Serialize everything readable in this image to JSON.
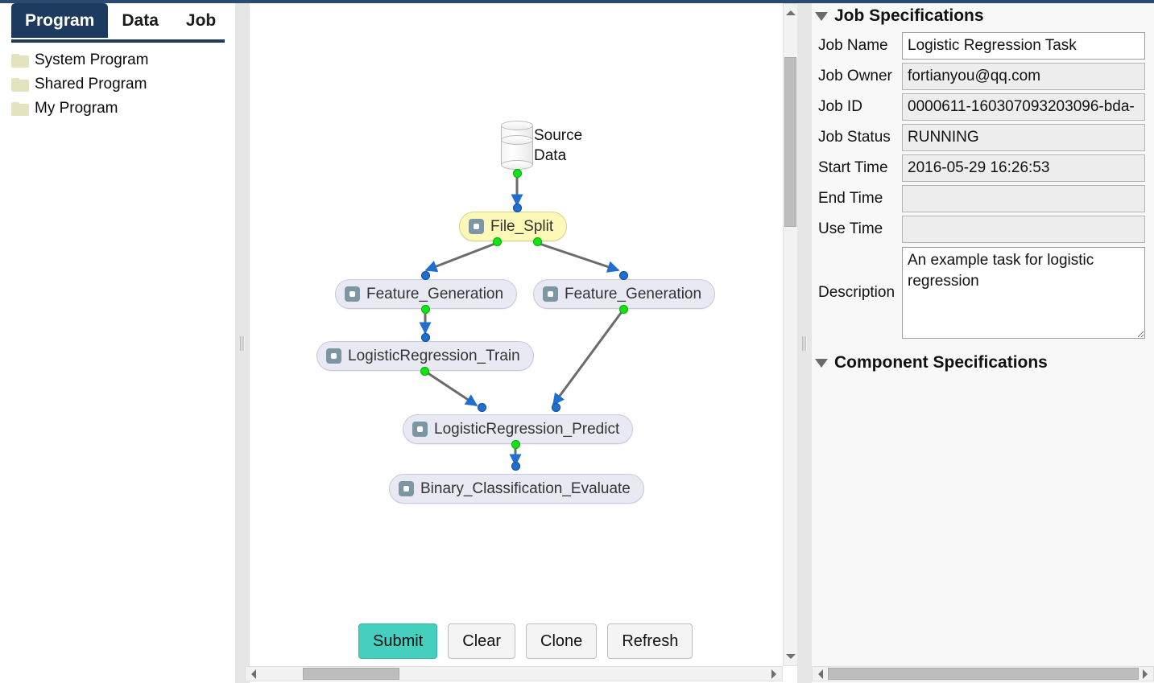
{
  "app": {
    "accent_color": "#1d3a5f",
    "primary_button_color": "#45cfbf"
  },
  "sidebar": {
    "tabs": [
      {
        "label": "Program",
        "active": true
      },
      {
        "label": "Data",
        "active": false
      },
      {
        "label": "Job",
        "active": false
      }
    ],
    "tree_items": [
      {
        "label": "System Program",
        "icon": "folder-icon"
      },
      {
        "label": "Shared Program",
        "icon": "folder-icon"
      },
      {
        "label": "My Program",
        "icon": "folder-icon"
      }
    ]
  },
  "canvas": {
    "source": {
      "icon": "database-icon",
      "label_line1": "Source",
      "label_line2": "Data"
    },
    "nodes": [
      {
        "id": "file_split",
        "label": "File_Split",
        "highlight": true
      },
      {
        "id": "feature_generation_left",
        "label": "Feature_Generation",
        "highlight": false
      },
      {
        "id": "feature_generation_right",
        "label": "Feature_Generation",
        "highlight": false
      },
      {
        "id": "logisticregression_train",
        "label": "LogisticRegression_Train",
        "highlight": false
      },
      {
        "id": "logisticregression_predict",
        "label": "LogisticRegression_Predict",
        "highlight": false
      },
      {
        "id": "binary_classification_evaluate",
        "label": "Binary_Classification_Evaluate",
        "highlight": false
      }
    ],
    "buttons": [
      {
        "label": "Submit",
        "primary": true
      },
      {
        "label": "Clear",
        "primary": false
      },
      {
        "label": "Clone",
        "primary": false
      },
      {
        "label": "Refresh",
        "primary": false
      }
    ]
  },
  "job_specifications": {
    "title": "Job Specifications",
    "fields": {
      "job_name_label": "Job Name",
      "job_name_value": "Logistic Regression Task",
      "job_owner_label": "Job Owner",
      "job_owner_value": "fortianyou@qq.com",
      "job_id_label": "Job ID",
      "job_id_value": "0000611-160307093203096-bda-",
      "job_status_label": "Job Status",
      "job_status_value": "RUNNING",
      "start_time_label": "Start Time",
      "start_time_value": "2016-05-29 16:26:53",
      "end_time_label": "End Time",
      "end_time_value": "",
      "use_time_label": "Use Time",
      "use_time_value": "",
      "description_label": "Description",
      "description_value": "An example task for logistic regression"
    }
  },
  "component_specifications": {
    "title": "Component Specifications"
  }
}
